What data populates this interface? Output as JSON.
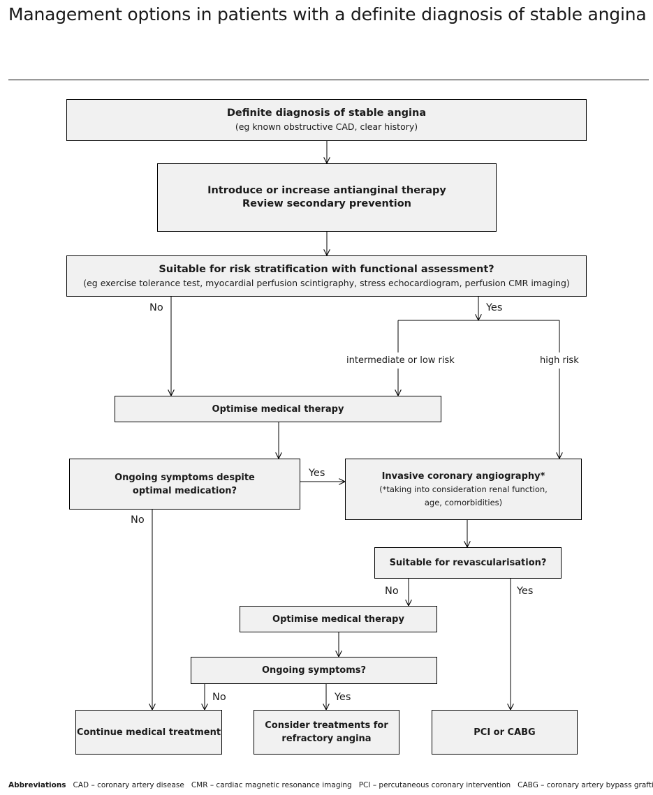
{
  "title": "Management options in patients with a definite diagnosis of stable angina",
  "nodes": {
    "definite": {
      "main": "Definite diagnosis of stable angina",
      "sub": "(eg known obstructive CAD, clear history)"
    },
    "therapy": {
      "line1": "Introduce or increase antianginal therapy",
      "line2": "Review secondary prevention"
    },
    "suitable_risk": {
      "main": "Suitable for risk stratification with functional assessment?",
      "sub": "(eg exercise tolerance test, myocardial perfusion scintigraphy, stress echocardiogram, perfusion CMR imaging)"
    },
    "optimise1": {
      "main": "Optimise medical therapy"
    },
    "ongoing1": {
      "line1": "Ongoing symptoms despite",
      "line2": "optimal medication?"
    },
    "invasive": {
      "main": "Invasive coronary angiography*",
      "sub1": "(*taking into consideration renal function,",
      "sub2": "age, comorbidities)"
    },
    "revasc": {
      "main": "Suitable for revascularisation?"
    },
    "optimise2": {
      "main": "Optimise medical therapy"
    },
    "ongoing2": {
      "main": "Ongoing symptoms?"
    },
    "continue": {
      "main": "Continue medical treatment"
    },
    "refractory": {
      "line1": "Consider treatments for",
      "line2": "refractory angina"
    },
    "pci": {
      "main": "PCI or CABG"
    }
  },
  "labels": {
    "risk_no": "No",
    "risk_yes": "Yes",
    "intermediate": "intermediate or low risk",
    "high": "high risk",
    "ongoing1_yes": "Yes",
    "ongoing1_no": "No",
    "revasc_no": "No",
    "revasc_yes": "Yes",
    "ongoing2_no": "No",
    "ongoing2_yes": "Yes"
  },
  "abbreviations": {
    "heading": "Abbreviations",
    "items": [
      "CAD – coronary artery disease",
      "CMR – cardiac magnetic resonance imaging",
      "PCI – percutaneous coronary intervention",
      "CABG – coronary artery bypass grafting"
    ]
  }
}
